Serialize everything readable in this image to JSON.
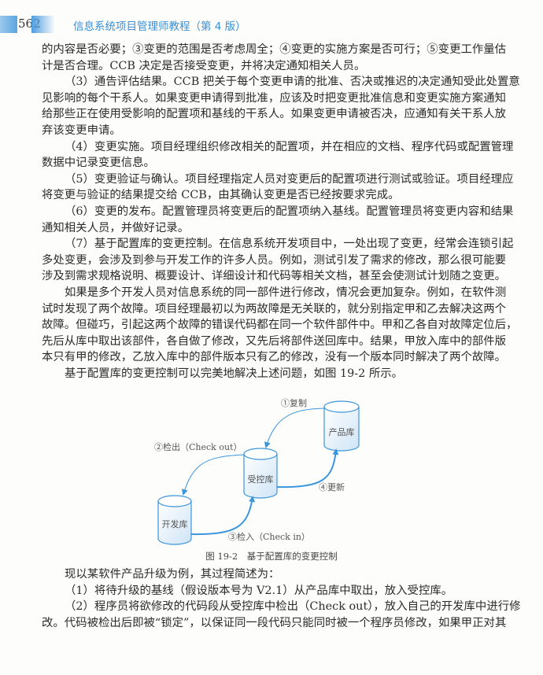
{
  "header": {
    "page_number": "562",
    "book_title": "信息系统项目管理师教程（第 4 版）",
    "accent_color": "#3a8fd6"
  },
  "top_paragraphs": [
    {
      "indent": false,
      "lines": [
        "的内容是否必要；③变更的范围是否考虑周全；④变更的实施方案是否可行；⑤变更工作量估",
        "计是否合理。CCB 决定是否接受变更，并将决定通知相关人员。"
      ]
    },
    {
      "indent": true,
      "lines": [
        "（3）通告评估结果。CCB 把关于每个变更申请的批准、否决或推迟的决定通知受此处置意",
        "见影响的每个干系人。如果变更申请得到批准，应该及时把变更批准信息和变更实施方案通知",
        "给那些正在使用受影响的配置项和基线的干系人。如果变更申请被否决，应通知有关干系人放",
        "弃该变更申请。"
      ]
    },
    {
      "indent": true,
      "lines": [
        "（4）变更实施。项目经理组织修改相关的配置项，并在相应的文档、程序代码或配置管理",
        "数据中记录变更信息。"
      ]
    },
    {
      "indent": true,
      "lines": [
        "（5）变更验证与确认。项目经理指定人员对变更后的配置项进行测试或验证。项目经理应",
        "将变更与验证的结果提交给 CCB，由其确认变更是否已经按要求完成。"
      ]
    },
    {
      "indent": true,
      "lines": [
        "（6）变更的发布。配置管理员将变更后的配置项纳入基线。配置管理员将变更内容和结果",
        "通知相关人员，并做好记录。"
      ]
    },
    {
      "indent": true,
      "lines": [
        "（7）基于配置库的变更控制。在信息系统开发项目中，一处出现了变更，经常会连锁引起",
        "多处变更，会涉及到参与开发工作的许多人员。例如，测试引发了需求的修改，那么很可能要",
        "涉及到需求规格说明、概要设计、详细设计和代码等相关文档，甚至会使测试计划随之变更。"
      ]
    },
    {
      "indent": true,
      "lines": [
        "如果是多个开发人员对信息系统的同一部件进行修改，情况会更加复杂。例如，在软件测",
        "试时发现了两个故障。项目经理最初以为两故障是无关联的，就分别指定甲和乙去解决这两个",
        "故障。但碰巧，引起这两个故障的错误代码都在同一个软件部件中。甲和乙各自对故障定位后，",
        "先后从库中取出该部件，各自做了修改，又先后将部件送回库中。结果，甲放入库中的部件版",
        "本只有甲的修改，乙放入库中的部件版本只有乙的修改，没有一个版本同时解决了两个故障。"
      ]
    },
    {
      "indent": true,
      "lines": [
        "基于配置库的变更控制可以完美地解决上述问题，如图 19-2 所示。"
      ]
    }
  ],
  "figure": {
    "repos": {
      "product": "产品库",
      "controlled": "受控库",
      "dev": "开发库"
    },
    "arrows": {
      "copy": "①复制",
      "checkout": "②检出（Check out）",
      "checkin": "③检入（Check in）",
      "update": "④更新"
    },
    "caption": "图 19-2　基于配置库的变更控制",
    "line_color": "#3c96dc"
  },
  "bottom_paragraphs": [
    {
      "indent": true,
      "lines": [
        "现以某软件产品升级为例，其过程简述为："
      ]
    },
    {
      "indent": true,
      "lines": [
        "（1）将待升级的基线（假设版本号为 V2.1）从产品库中取出，放入受控库。"
      ]
    },
    {
      "indent": true,
      "lines": [
        "（2）程序员将欲修改的代码段从受控库中检出（Check out），放入自己的开发库中进行修",
        "改。代码被检出后即被“锁定”，以保证同一段代码只能同时被一个程序员修改，如果甲正对其"
      ]
    }
  ]
}
